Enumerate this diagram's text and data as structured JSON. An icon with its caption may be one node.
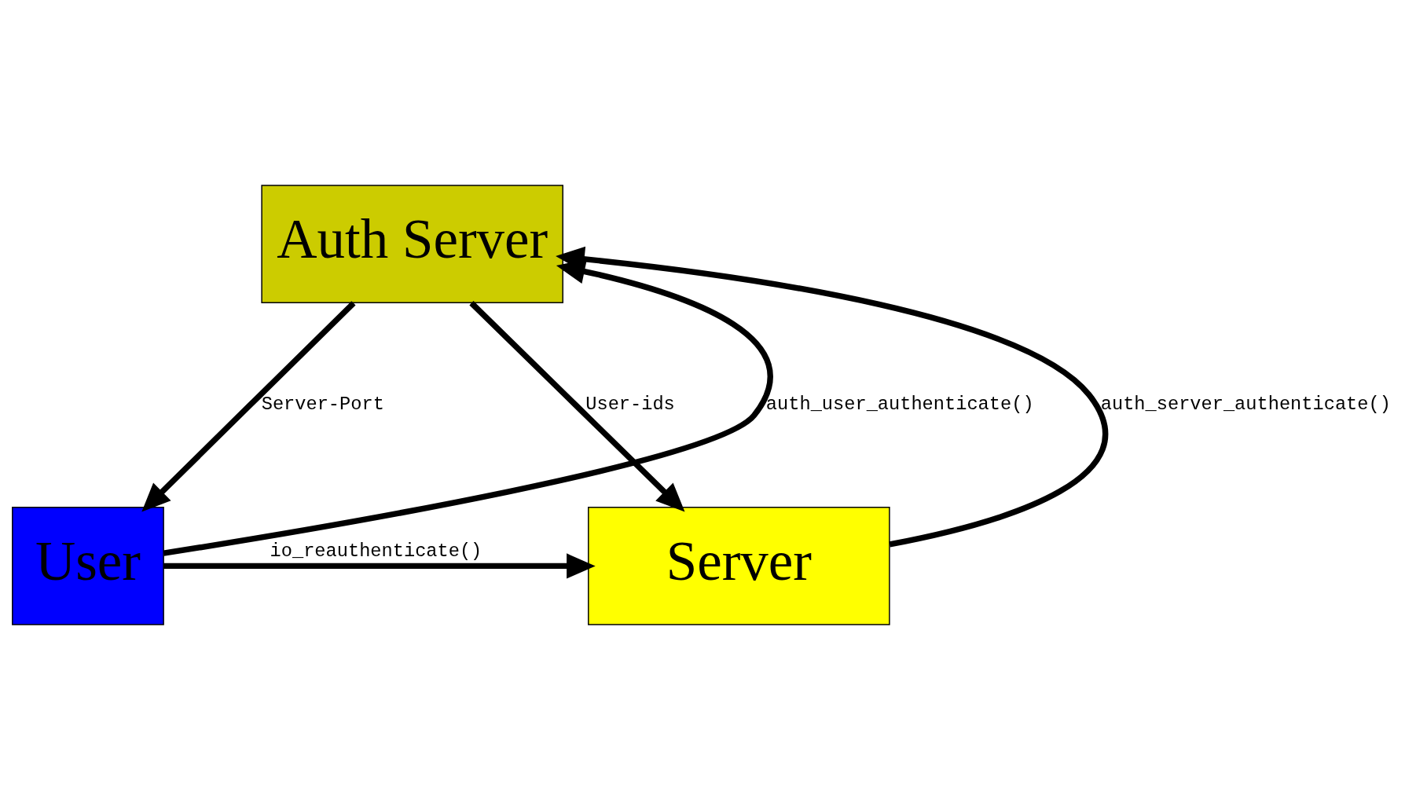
{
  "diagram": {
    "nodes": [
      {
        "text": [
          "Auth Server"
        ]
      },
      {
        "text": [
          "User"
        ]
      },
      {
        "text": [
          "Server"
        ]
      }
    ],
    "edges": [
      {
        "from": 1,
        "to": 0,
        "arrow": "to",
        "label": "auth_user_authenticate()"
      },
      {
        "from": 2,
        "to": 0,
        "arrow": "to",
        "label": "auth_server_authenticate()"
      },
      {
        "from": 0,
        "to": 1,
        "arrow": "to",
        "label": "Server-Port"
      },
      {
        "from": 0,
        "to": 2,
        "arrow": "to",
        "label": "User-ids"
      },
      {
        "from": 1,
        "to": 2,
        "arrow": "to",
        "label": "io_reauthenticate()"
      }
    ]
  }
}
